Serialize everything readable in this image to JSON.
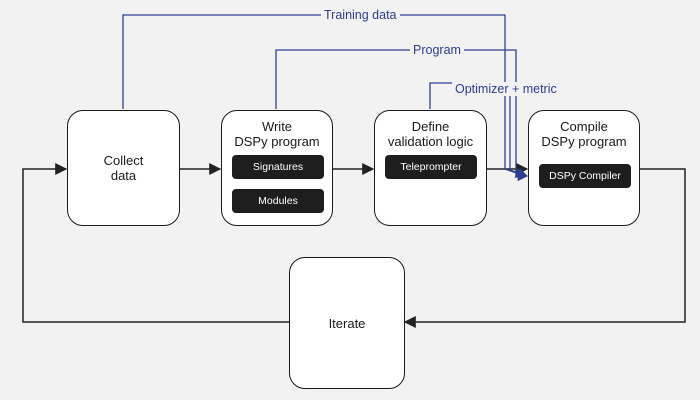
{
  "nodes": {
    "collect": {
      "title_line1": "Collect",
      "title_line2": "data"
    },
    "write": {
      "title_line1": "Write",
      "title_line2": "DSPy program",
      "chips": [
        "Signatures",
        "Modules"
      ]
    },
    "define": {
      "title_line1": "Define",
      "title_line2": "validation logic",
      "chips": [
        "Teleprompter"
      ]
    },
    "compile": {
      "title_line1": "Compile",
      "title_line2": "DSPy program",
      "chips": [
        "DSPy Compiler"
      ]
    },
    "iterate": {
      "title_line1": "Iterate"
    }
  },
  "edges": {
    "training_data": "Training data",
    "program": "Program",
    "optimizer_metric": "Optimizer + metric"
  },
  "colors": {
    "background": "#f2f2f2",
    "box_fill": "#ffffff",
    "box_stroke": "#1a1a1a",
    "chip_fill": "#1e1e1e",
    "feedback_line": "#2f3f8e",
    "flow_line": "#222222"
  }
}
